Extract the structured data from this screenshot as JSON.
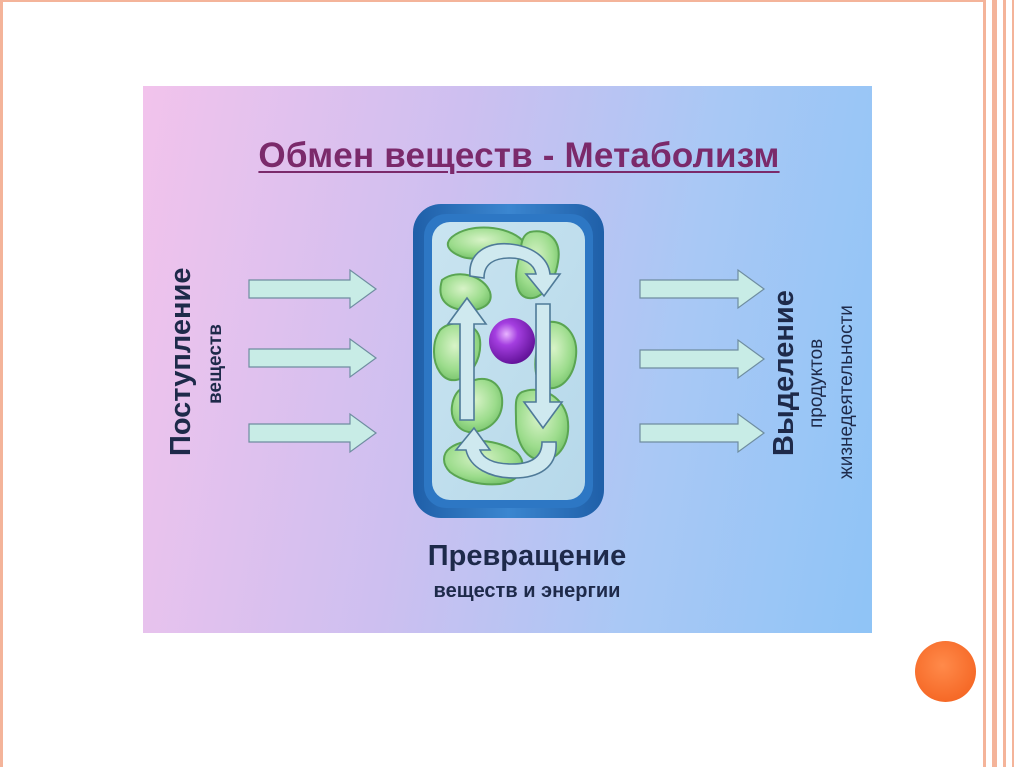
{
  "title": "Обмен веществ - Метаболизм",
  "intake": {
    "main": "Поступление",
    "sub": "веществ"
  },
  "excretion": {
    "main": "Выделение",
    "sub1": "продуктов",
    "sub2": "жизнедеятельности"
  },
  "transformation": {
    "main": "Превращение",
    "sub": "веществ и энергии"
  },
  "colors": {
    "title": "#7b2a6b",
    "label": "#1e2a4a",
    "arrow_fill": "#c8ece6",
    "cell_wall": "#2c6fb8",
    "chloroplast": "#9cdc8c",
    "nucleus": "#8a22c4",
    "accent_dot": "#f66a28"
  },
  "icons": [
    "intake-arrow-icon",
    "excretion-arrow-icon",
    "cycle-arrow-icon",
    "cell-icon",
    "nucleus-icon"
  ]
}
